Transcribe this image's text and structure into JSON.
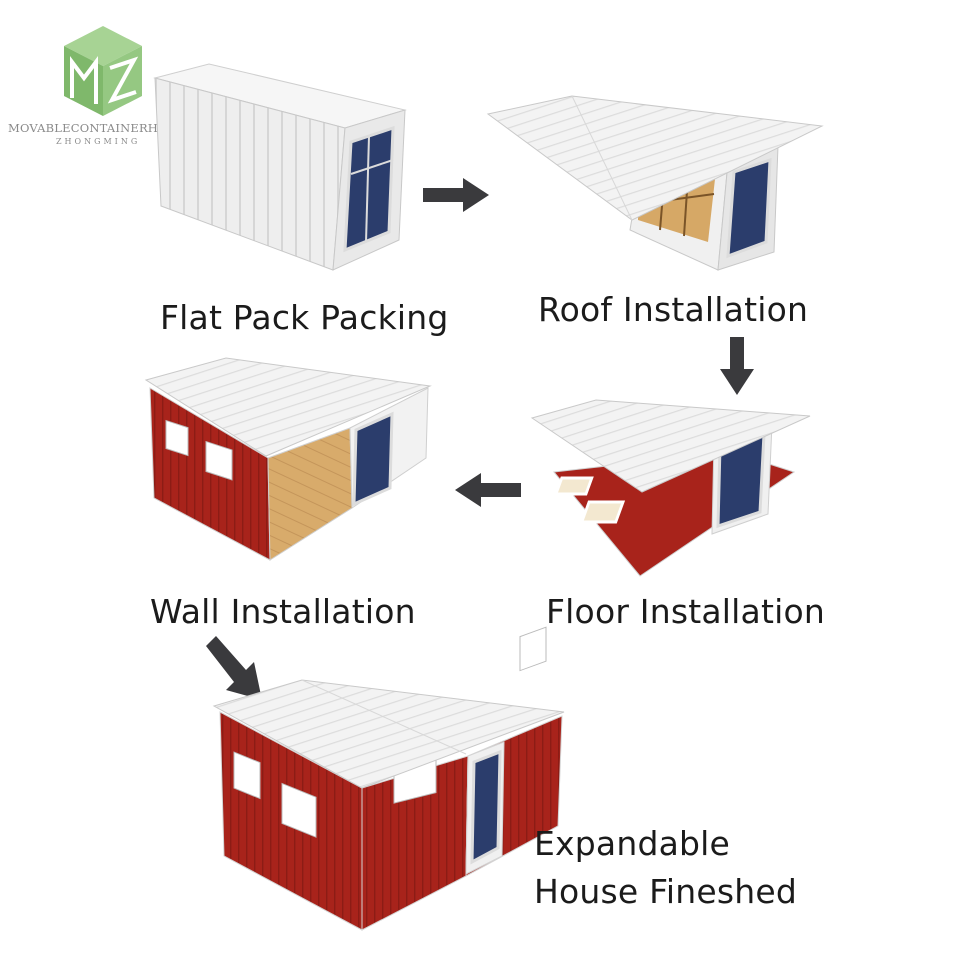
{
  "logo": {
    "brand": "MOVABLECONTAINERHOUSE",
    "sub": "ZHONGMING"
  },
  "steps": [
    {
      "label": "Flat Pack Packing"
    },
    {
      "label": "Roof Installation"
    },
    {
      "label": "Floor Installation"
    },
    {
      "label": "Wall Installation"
    },
    {
      "label_line1": "Expandable",
      "label_line2": "House Fineshed"
    }
  ],
  "colors": {
    "arrow": "#3a3a3d",
    "wall_red": "#a8231b",
    "roof": "#f1f1f1",
    "door": "#2c3e6b",
    "floor_wood": "#d6a866",
    "logo_green": "#8cc07a"
  }
}
